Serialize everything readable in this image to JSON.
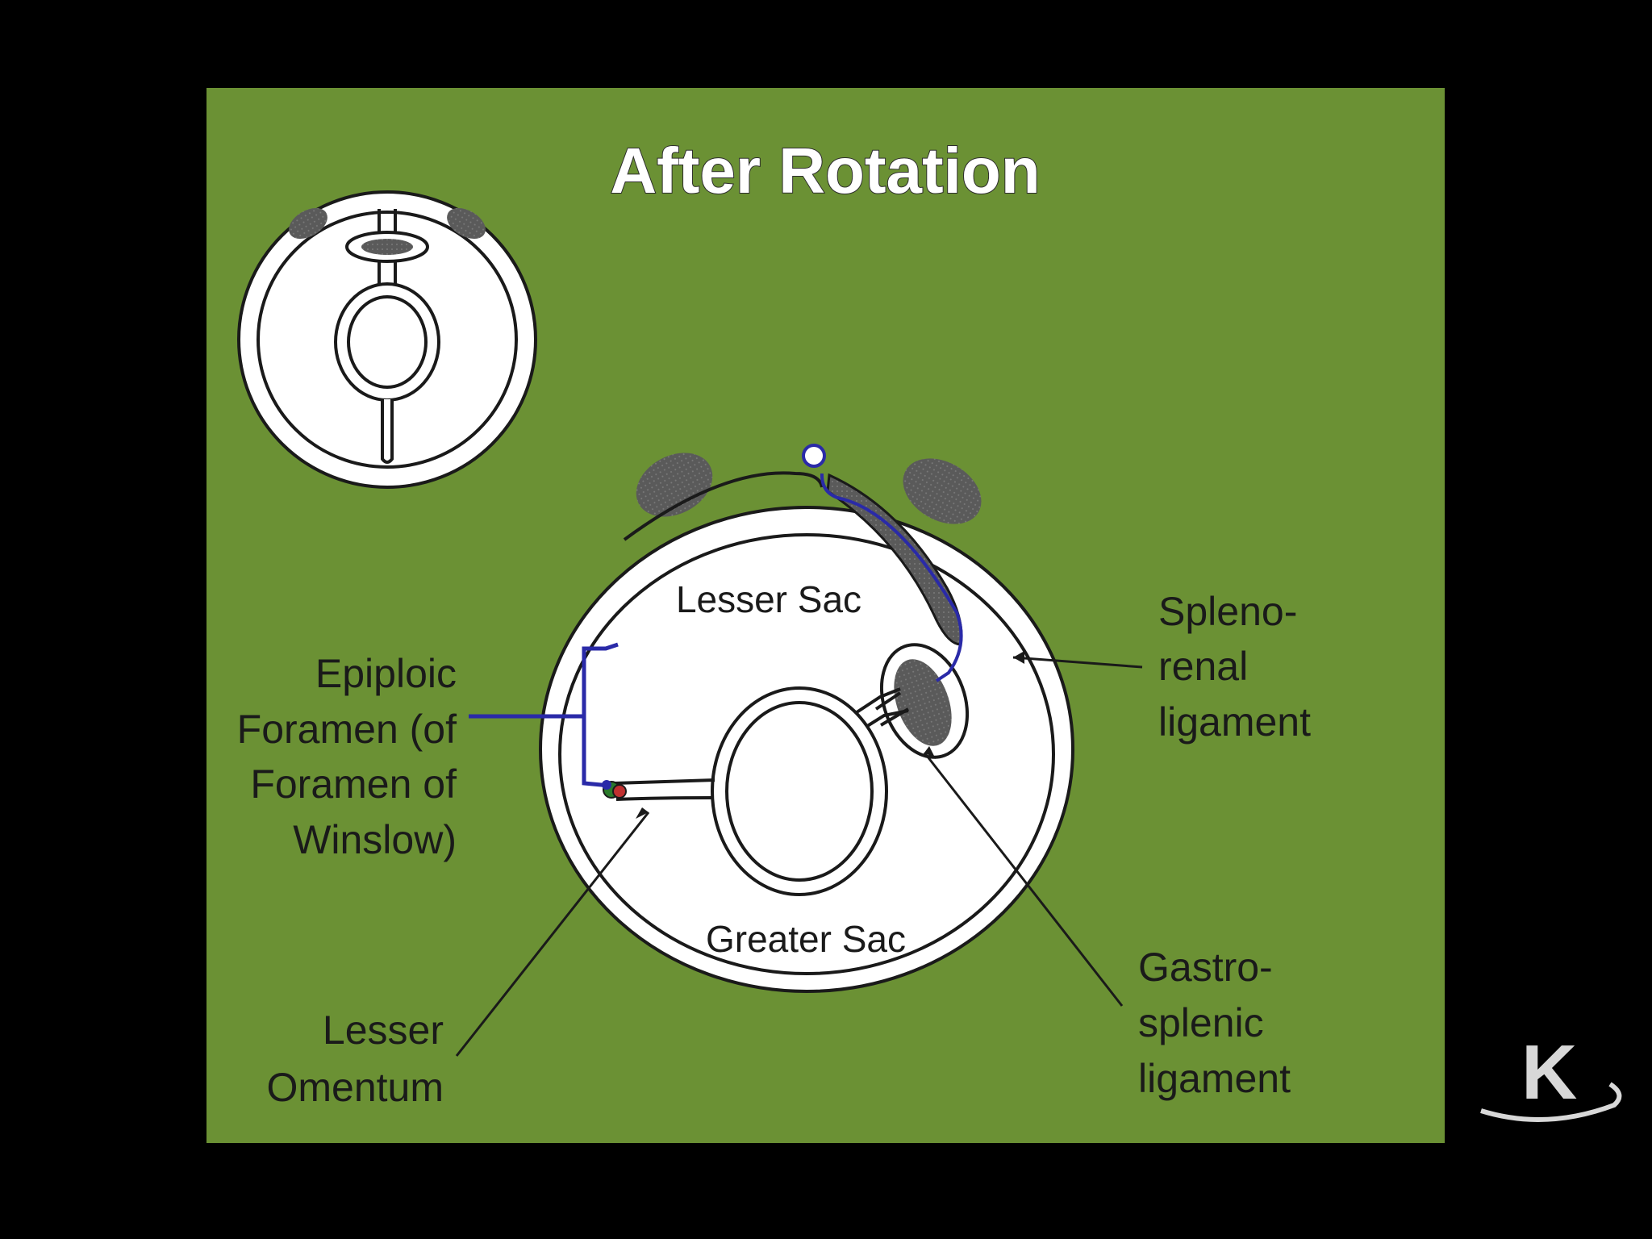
{
  "slide": {
    "title": "After Rotation",
    "labels": {
      "lesser_sac": "Lesser Sac",
      "greater_sac": "Greater Sac",
      "epiploic_1": "Epiploic",
      "epiploic_2": "Foramen (of",
      "epiploic_3": "Foramen of",
      "epiploic_4": "Winslow)",
      "lesser_omentum_1": "Lesser",
      "lesser_omentum_2": "Omentum",
      "splenorenal_1": "Spleno-",
      "splenorenal_2": "renal",
      "splenorenal_3": "ligament",
      "gastrosplenic_1": "Gastro-",
      "gastrosplenic_2": "splenic",
      "gastrosplenic_3": "ligament"
    }
  },
  "colors": {
    "background": "#000000",
    "slide": "#6b9134",
    "structure_fill": "#ffffff",
    "outline": "#1a1a1a",
    "kidney": "#555555",
    "highlight_line": "#2a2aa8"
  },
  "logo": {
    "letter": "K"
  }
}
